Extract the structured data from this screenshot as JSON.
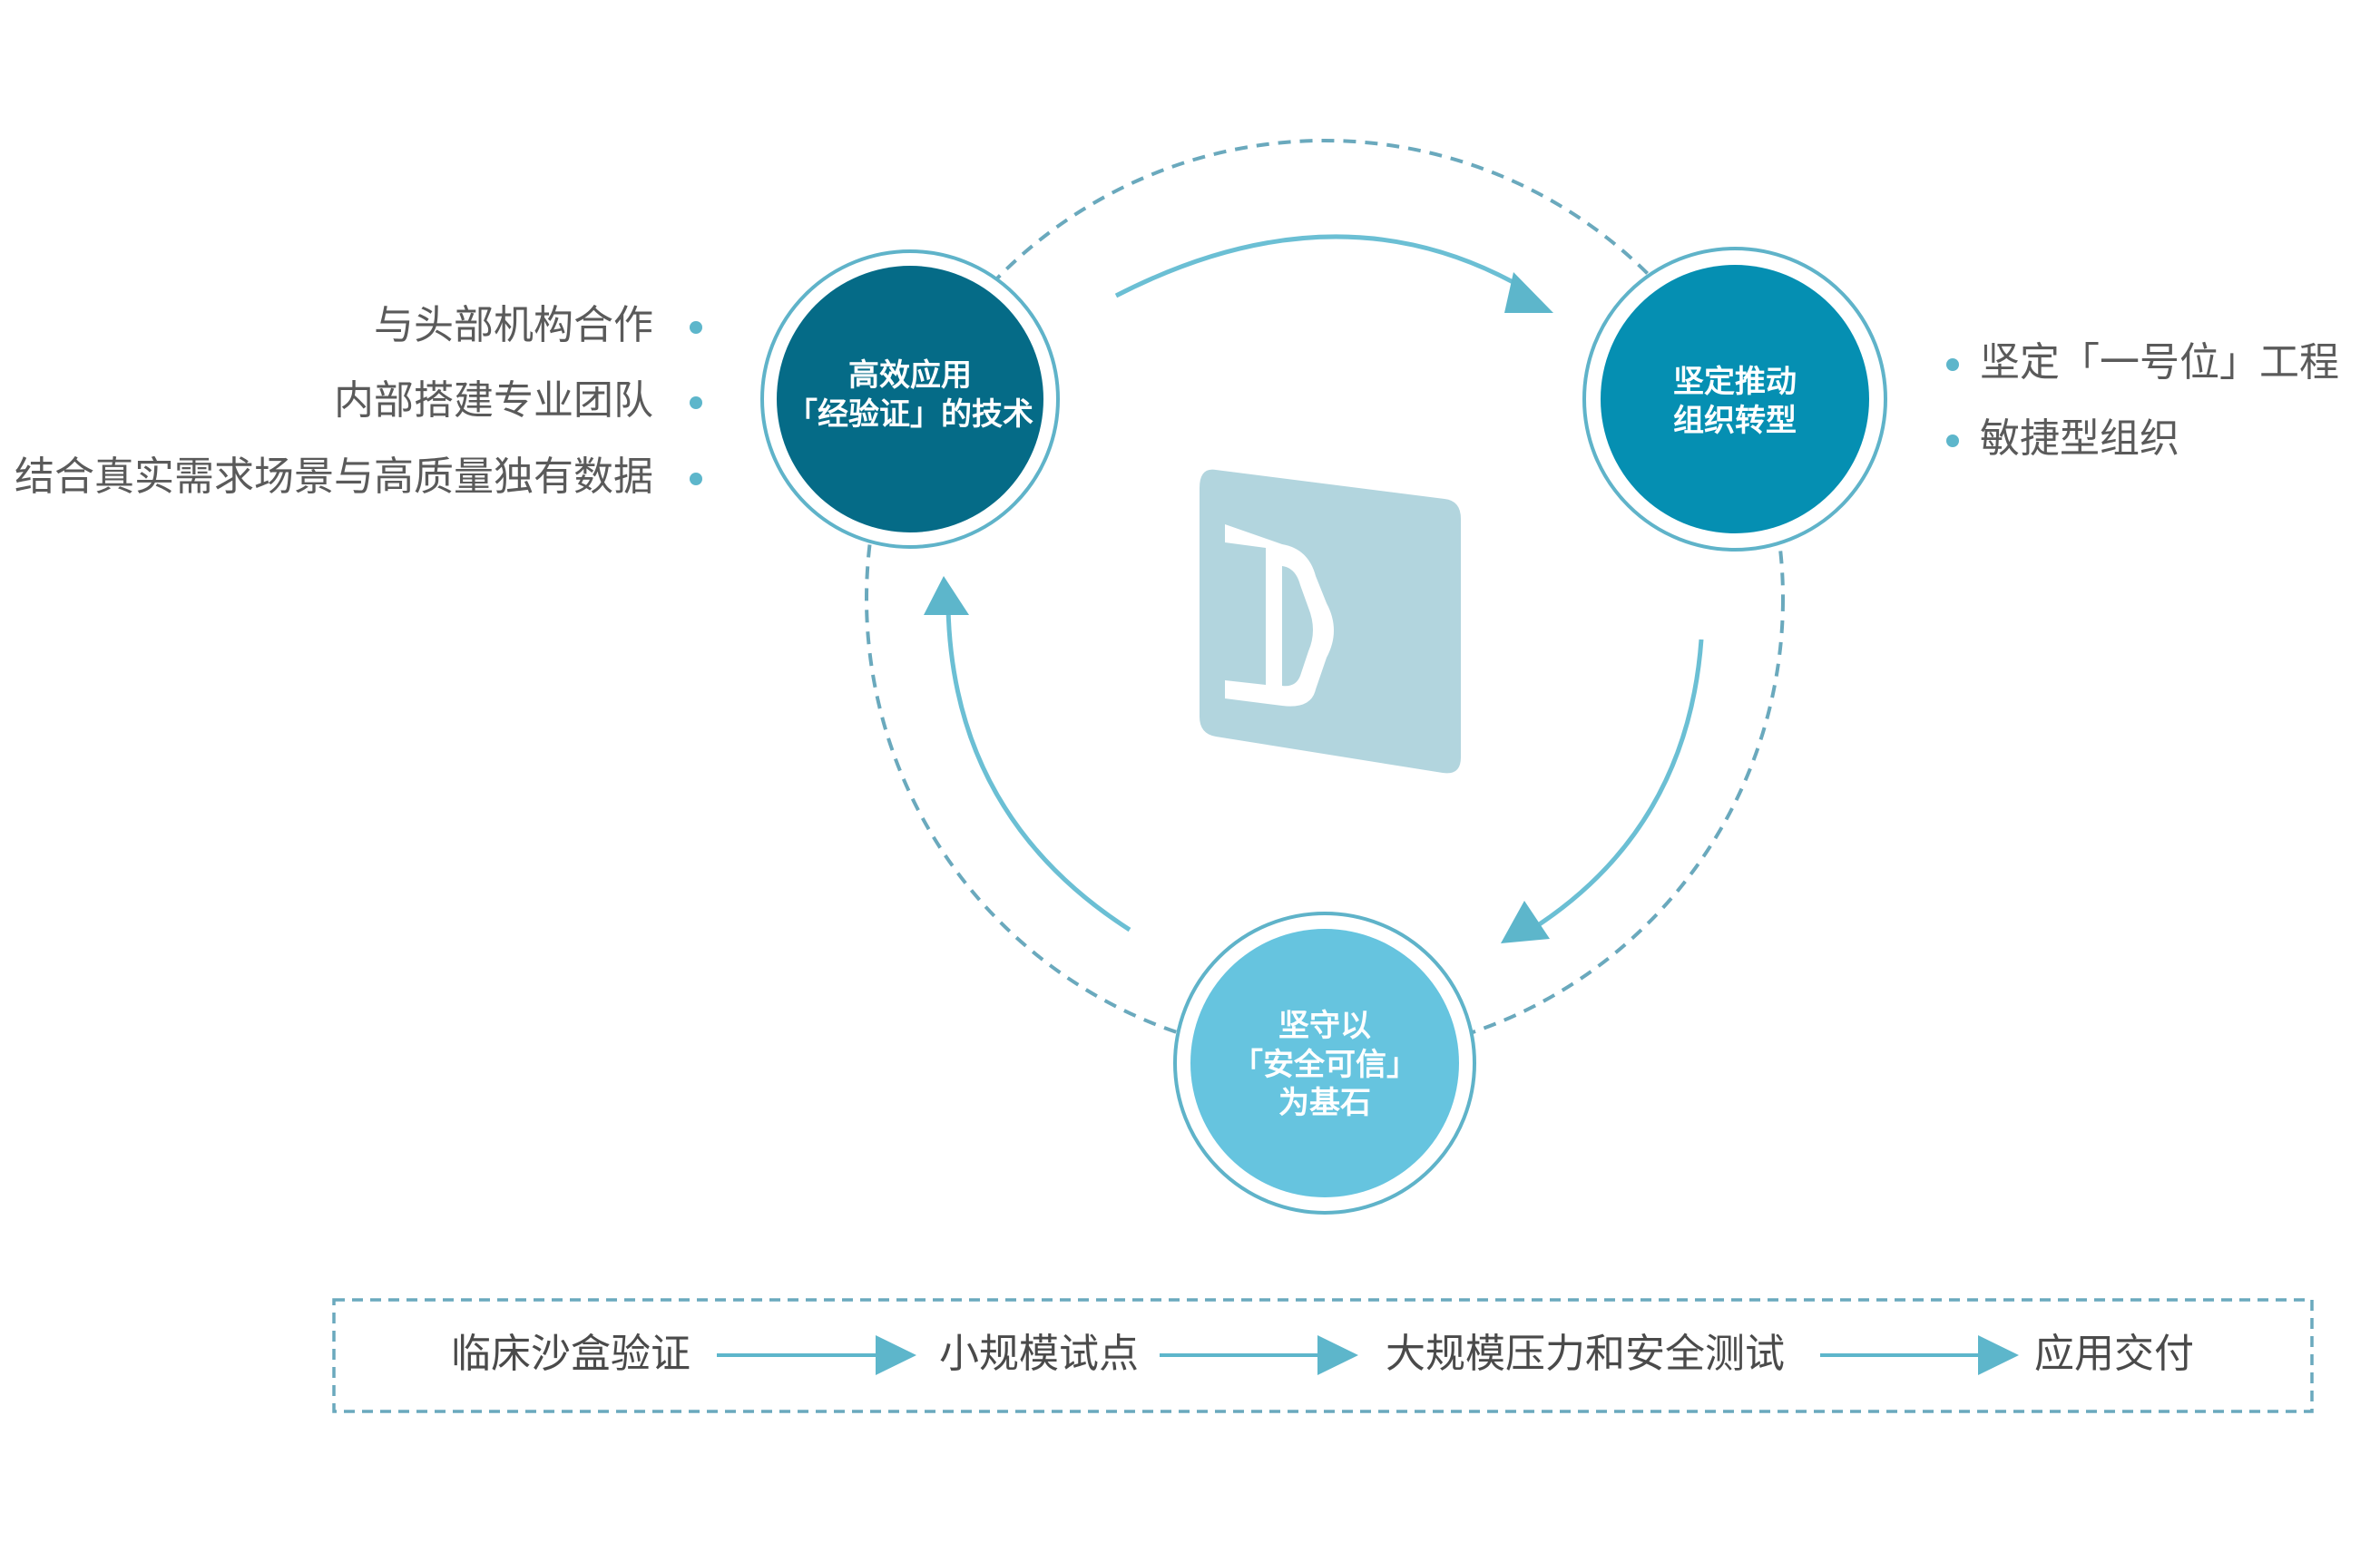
{
  "colors": {
    "dark_teal": "#056b87",
    "mid_teal": "#058fb2",
    "light_teal": "#66c4df",
    "ring": "#5fb3c9",
    "dashed": "#6aa9bd",
    "logo_bg": "#b2d5de",
    "bullet": "#5db6cb",
    "text": "#5a5a5a"
  },
  "cycle": {
    "node_top_left": {
      "lines": [
        "高效应用",
        "「经验证」的技术"
      ]
    },
    "node_right": {
      "lines": [
        "坚定推动",
        "组织转型"
      ]
    },
    "node_bottom": {
      "lines": [
        "坚守以",
        "「安全可信」",
        "为基石"
      ]
    },
    "logo": "logo-icon"
  },
  "left_list": [
    "与头部机构合作",
    "内部搭建专业团队",
    "结合真实需求场景与高质量独有数据"
  ],
  "right_list": [
    "坚定「一号位」工程",
    "敏捷型组织"
  ],
  "process": [
    "临床沙盒验证",
    "小规模试点",
    "大规模压力和安全测试",
    "应用交付"
  ]
}
